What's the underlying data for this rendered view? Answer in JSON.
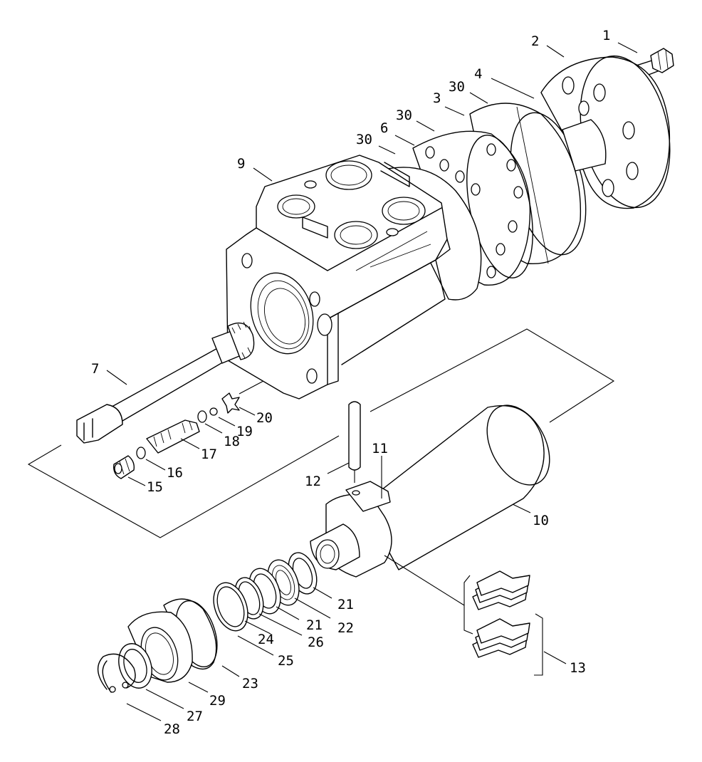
{
  "callouts": [
    {
      "id": "1",
      "text": "1"
    },
    {
      "id": "2",
      "text": "2"
    },
    {
      "id": "3",
      "text": "3"
    },
    {
      "id": "4",
      "text": "4"
    },
    {
      "id": "6",
      "text": "6"
    },
    {
      "id": "7",
      "text": "7"
    },
    {
      "id": "9",
      "text": "9"
    },
    {
      "id": "10",
      "text": "10"
    },
    {
      "id": "11",
      "text": "11"
    },
    {
      "id": "12",
      "text": "12"
    },
    {
      "id": "13",
      "text": "13"
    },
    {
      "id": "15",
      "text": "15"
    },
    {
      "id": "16",
      "text": "16"
    },
    {
      "id": "17",
      "text": "17"
    },
    {
      "id": "18",
      "text": "18"
    },
    {
      "id": "19",
      "text": "19"
    },
    {
      "id": "20",
      "text": "20"
    },
    {
      "id": "21a",
      "text": "21"
    },
    {
      "id": "21b",
      "text": "21"
    },
    {
      "id": "22",
      "text": "22"
    },
    {
      "id": "23",
      "text": "23"
    },
    {
      "id": "24",
      "text": "24"
    },
    {
      "id": "25",
      "text": "25"
    },
    {
      "id": "26",
      "text": "26"
    },
    {
      "id": "27",
      "text": "27"
    },
    {
      "id": "28",
      "text": "28"
    },
    {
      "id": "29",
      "text": "29"
    },
    {
      "id": "30a",
      "text": "30"
    },
    {
      "id": "30b",
      "text": "30"
    },
    {
      "id": "30c",
      "text": "30"
    }
  ]
}
